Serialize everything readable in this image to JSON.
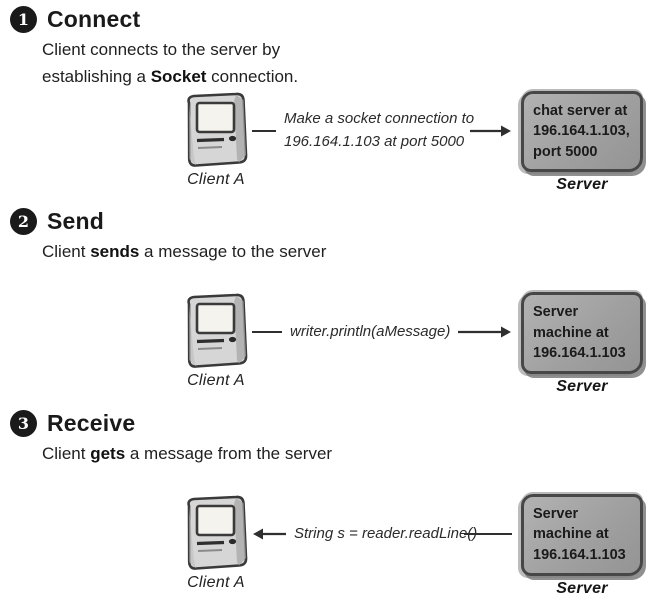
{
  "colors": {
    "badge_bg": "#1a1a1a",
    "badge_text": "#ffffff",
    "heading_text": "#1a1a1a",
    "body_text": "#1f1f1f",
    "annotation_text": "#2b2b2b",
    "server_box_fill": "#a0a0a0",
    "server_box_border": "#474747",
    "server_box_text": "#1b1b1b",
    "connector_line": "#2f2f2f"
  },
  "steps": [
    {
      "number": "1",
      "title": "Connect",
      "desc_line1": "Client connects to the server by",
      "desc_line2_pre": "establishing a ",
      "desc_line2_bold": "Socket",
      "desc_line2_post": " connection.",
      "client_label": "Client A",
      "annotation_line1": "Make a socket connection to",
      "annotation_line2": "196.164.1.103 at port 5000",
      "server_box_lines": [
        "chat server at",
        "196.164.1.103,",
        "port 5000"
      ],
      "server_label": "Server"
    },
    {
      "number": "2",
      "title": "Send",
      "desc_pre": "Client ",
      "desc_bold": "sends",
      "desc_post": " a message to the server",
      "client_label": "Client A",
      "annotation": "writer.println(aMessage)",
      "server_box_lines": [
        "Server",
        "machine at",
        "196.164.1.103"
      ],
      "server_label": "Server"
    },
    {
      "number": "3",
      "title": "Receive",
      "desc_pre": "Client ",
      "desc_bold": "gets",
      "desc_post": " a message from the server",
      "client_label": "Client A",
      "annotation": "String s = reader.readLine()",
      "server_box_lines": [
        "Server",
        "machine at",
        "196.164.1.103"
      ],
      "server_label": "Server"
    }
  ]
}
